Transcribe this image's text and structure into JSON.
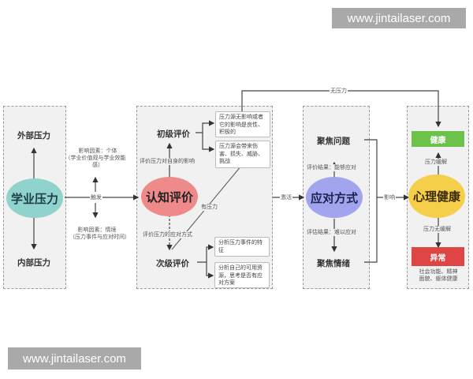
{
  "watermarks": {
    "top": "www.jintailaser.com",
    "bottom": "www.jintailaser.com"
  },
  "colors": {
    "academic_pressure": "#8fd3cc",
    "cognitive_appraisal": "#ef8a8a",
    "coping_style": "#a3a4ee",
    "mental_health": "#f5cf4a",
    "healthy": "#6cc24a",
    "abnormal": "#e04545",
    "panel_bg": "#f1f1f1"
  },
  "panel1": {
    "node": "学业压力",
    "external": "外部压力",
    "internal": "内部压力"
  },
  "edge1": {
    "factor_individual_line1": "影响因素：个体",
    "factor_individual_line2": "（学业价值观与学业效能",
    "factor_individual_line3": "感）",
    "trigger": "触发",
    "factor_context_line1": "影响因素：情境",
    "factor_context_line2": "（压力事件与应对时间）"
  },
  "panel2": {
    "node": "认知评价",
    "primary": "初级评价",
    "primary_arrow_label": "评价压力对自身的影响",
    "primary_note1": "压力源无影响或者它的影响是良性、积极的",
    "primary_note2": "压力源会带来伤害、损失、威胁、挑战",
    "has_pressure": "有压力",
    "secondary_arrow_label": "评价压力的应对方式",
    "secondary": "次级评价",
    "secondary_note1": "分析压力事件的特征",
    "secondary_note2": "分析自己的可用资源，思考是否有应对方案"
  },
  "edge2": {
    "label": "激活"
  },
  "top_edge": {
    "label": "无压力"
  },
  "panel3": {
    "node": "应对方式",
    "focus_problem": "聚焦问题",
    "result_can_cope": "评价结果：能够应对",
    "result_hard_cope": "评估结果：难以应对",
    "focus_emotion": "聚焦情绪"
  },
  "edge3": {
    "label": "影响"
  },
  "panel4": {
    "node": "心理健康",
    "healthy": "健康",
    "relieved": "压力缓解",
    "not_relieved": "压力无缓解",
    "abnormal": "异常",
    "abnormal_note_line1": "社会功能、精神",
    "abnormal_note_line2": "面貌、躯体健康"
  }
}
